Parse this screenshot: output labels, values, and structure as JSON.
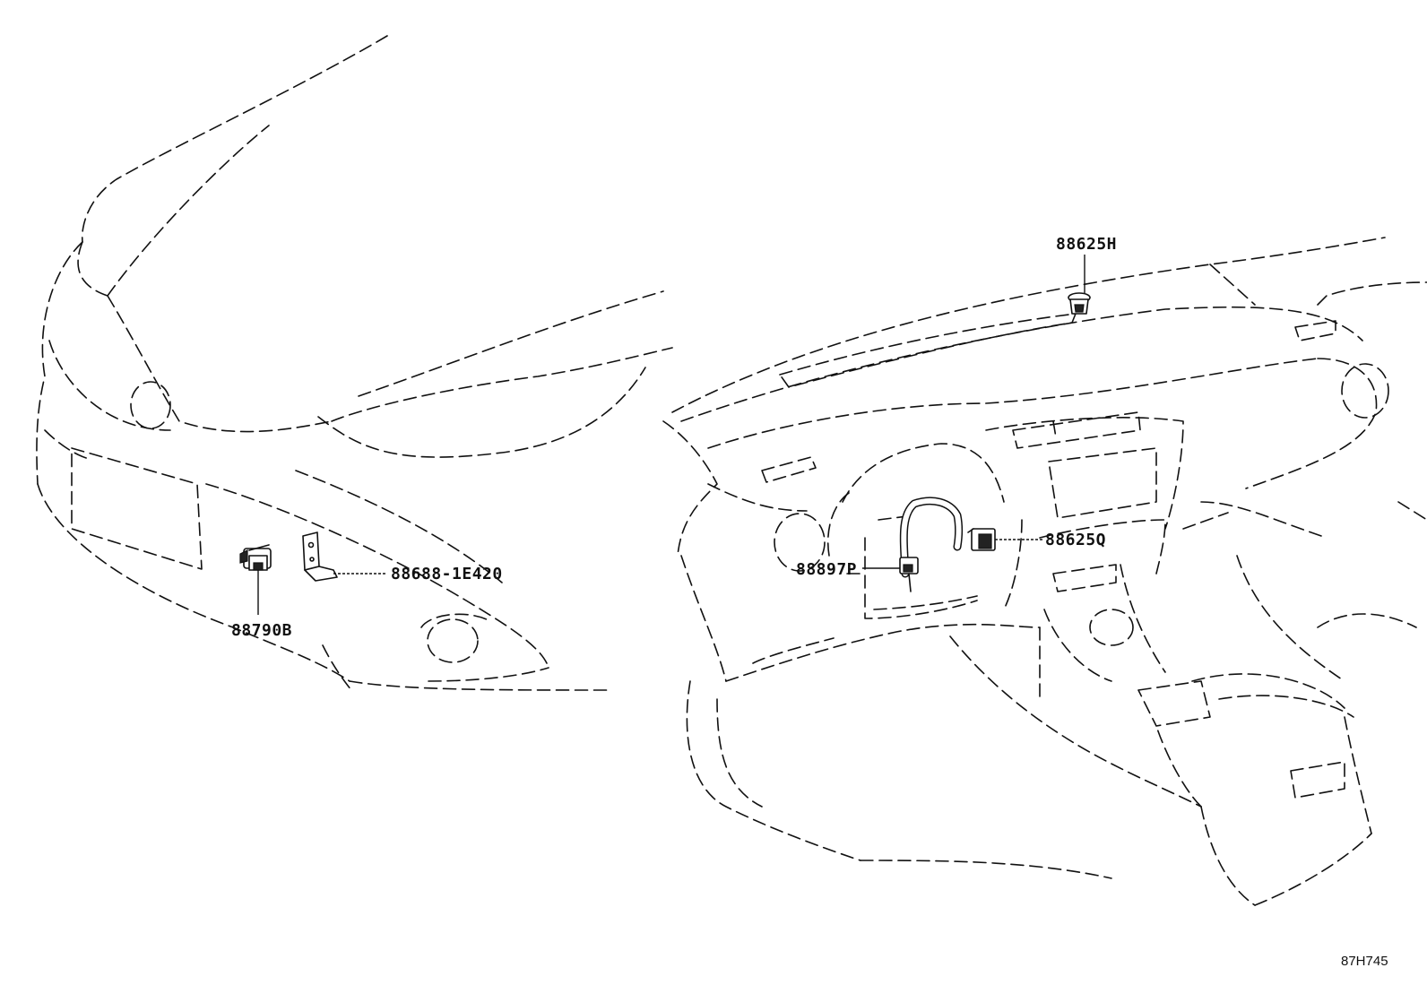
{
  "labels": {
    "horn_low": "88790B",
    "bracket": "88688-1E420",
    "sensor_top": "88625H",
    "sensor_dash": "88625Q",
    "sensor_steering": "88897P"
  },
  "diagram_code": "87H745"
}
